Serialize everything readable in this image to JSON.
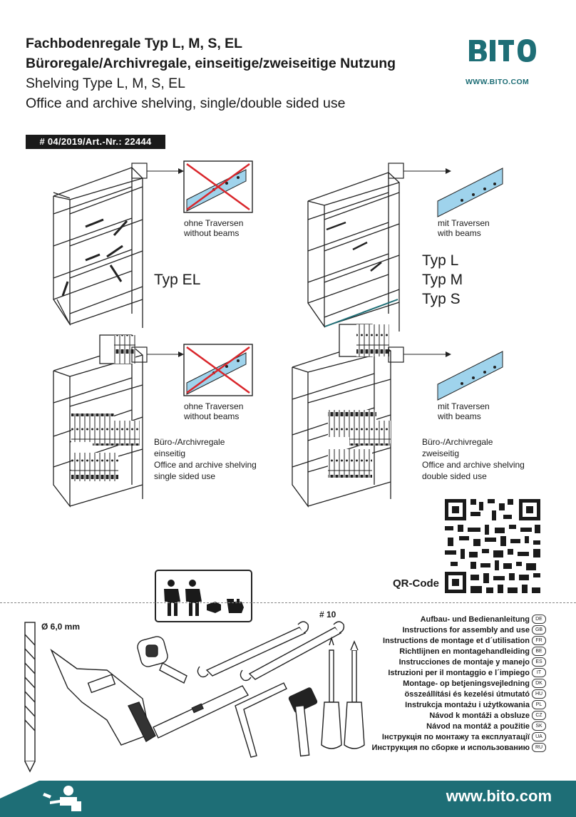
{
  "header": {
    "title_de": "Fachbodenregale Typ L, M, S, EL",
    "subtitle_de": "Büroregale/Archivregale, einseitige/zweiseitige Nutzung",
    "title_en": "Shelving Type L, M, S, EL",
    "subtitle_en": "Office and archive shelving, single/double sided use",
    "article": "# 04/2019/Art.-Nr.: 22444"
  },
  "brand": {
    "name": "BITO",
    "url": "WWW.BITO.COM",
    "color": "#1e6e76"
  },
  "sections": {
    "el": {
      "beam_de": "ohne Traversen",
      "beam_en": "without beams",
      "type_label": "Typ EL"
    },
    "lms": {
      "beam_de": "mit Traversen",
      "beam_en": "with beams",
      "types": [
        "Typ L",
        "Typ M",
        "Typ S"
      ]
    },
    "single": {
      "beam_de": "ohne Traversen",
      "beam_en": "without beams",
      "lines": [
        "Büro-/Archivregale",
        "einseitig",
        "Office and archive shelving",
        "single sided use"
      ]
    },
    "double": {
      "beam_de": "mit Traversen",
      "beam_en": "with beams",
      "lines": [
        "Büro-/Archivregale",
        "zweiseitig",
        "Office and archive shelving",
        "double sided use"
      ]
    }
  },
  "qr": {
    "label": "QR-Code"
  },
  "tools": {
    "drill_bit": "Ø 6,0 mm",
    "wrench": "# 10"
  },
  "languages": [
    {
      "text": "Aufbau- und Bedienanleitung",
      "code": "DE"
    },
    {
      "text": "Instructions for assembly and use",
      "code": "GB"
    },
    {
      "text": "Instructions de montage et d´utilisation",
      "code": "FR"
    },
    {
      "text": "Richtlijnen en montagehandleiding",
      "code": "BE"
    },
    {
      "text": "Instrucciones de montaje y manejo",
      "code": "ES"
    },
    {
      "text": "Istruzioni per il montaggio e l´impiego",
      "code": "IT"
    },
    {
      "text": "Montage- op betjeningsvejledning",
      "code": "DK"
    },
    {
      "text": "összeállítási és kezelési útmutató",
      "code": "HU"
    },
    {
      "text": "Instrukcja montażu i użytkowania",
      "code": "PL"
    },
    {
      "text": "Návod k montáži a obsluze",
      "code": "CZ"
    },
    {
      "text": "Návod na montáž a použitie",
      "code": "SK"
    },
    {
      "text": "Інструкція по монтажу та експлуатації",
      "code": "UA"
    },
    {
      "text": "Инструкция по сборке и использованию",
      "code": "RU"
    }
  ],
  "footer": {
    "url": "www.bito.com"
  }
}
